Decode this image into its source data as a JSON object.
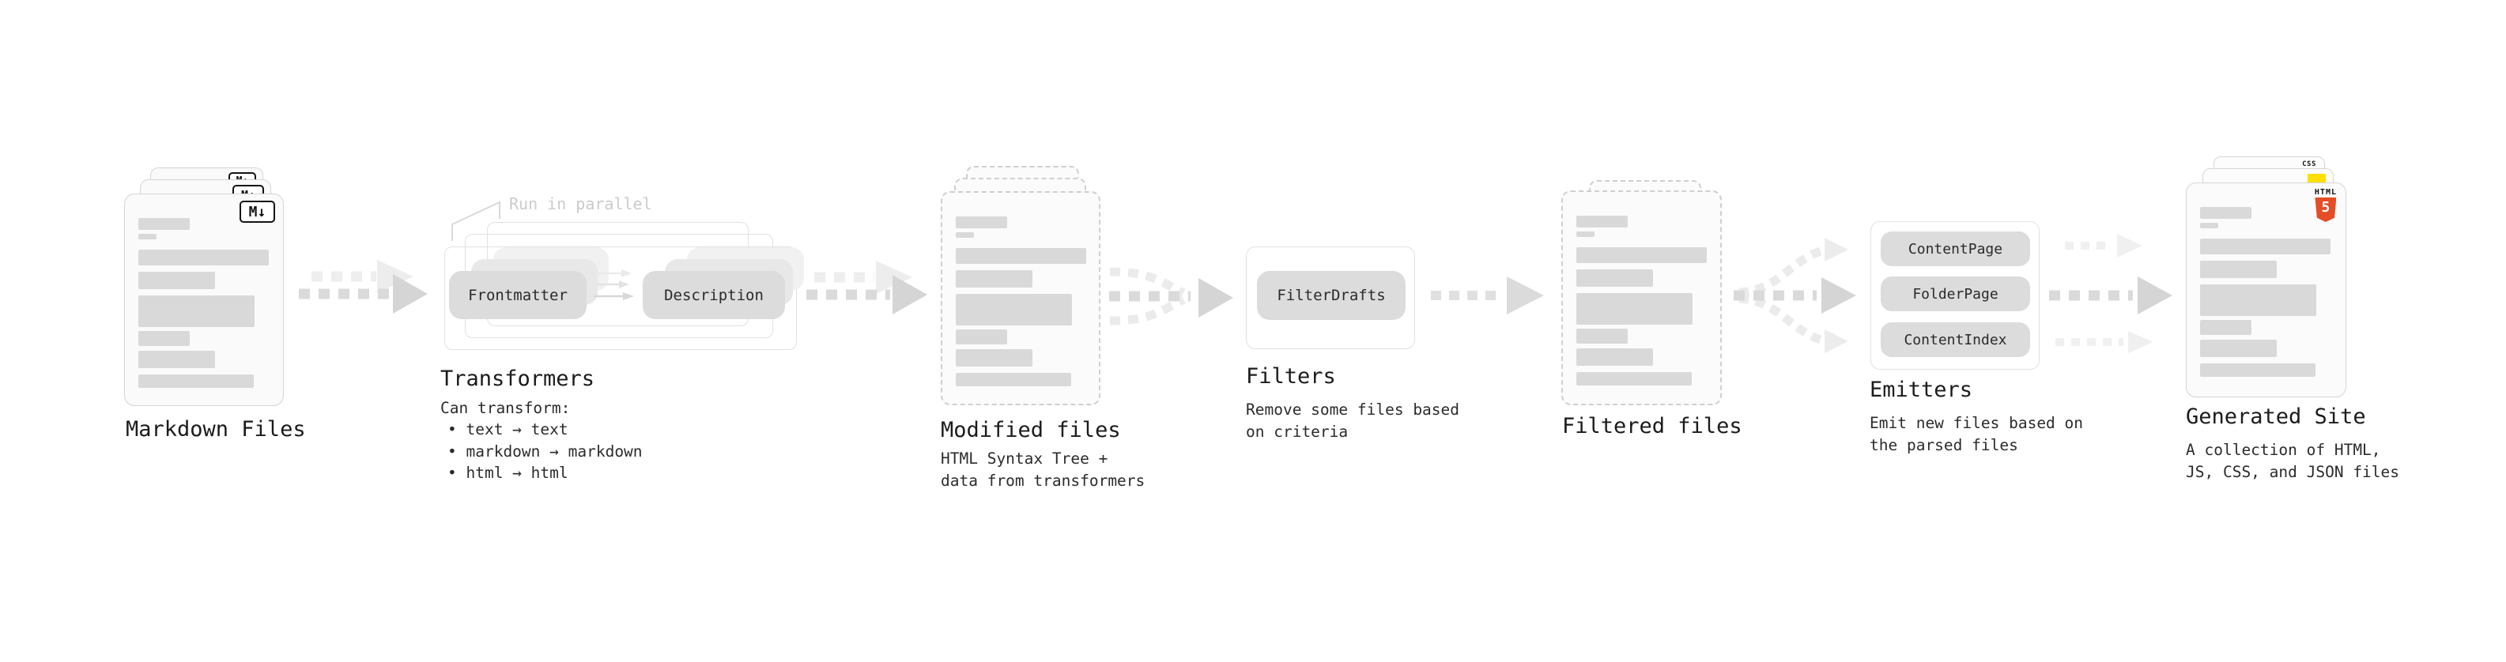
{
  "stages": {
    "markdown_files": {
      "label": "Markdown Files",
      "badge": "M↓"
    },
    "transformers": {
      "label": "Transformers",
      "annotation": "Run in parallel",
      "pill_frontmatter": "Frontmatter",
      "pill_description": "Description",
      "sub_title": "Can transform:",
      "bullets": [
        "• text → text",
        "• markdown → markdown",
        "• html → html"
      ]
    },
    "modified_files": {
      "label": "Modified files",
      "sub_line1": "HTML Syntax Tree +",
      "sub_line2": "data from transformers"
    },
    "filters": {
      "label": "Filters",
      "pill": "FilterDrafts",
      "sub_line1": "Remove some files based",
      "sub_line2": "on criteria"
    },
    "filtered_files": {
      "label": "Filtered files"
    },
    "emitters": {
      "label": "Emitters",
      "pills": [
        "ContentPage",
        "FolderPage",
        "ContentIndex"
      ],
      "sub_line1": "Emit new files based on",
      "sub_line2": "the parsed files"
    },
    "generated_site": {
      "label": "Generated Site",
      "sub_line1": "A collection of HTML,",
      "sub_line2": "JS, CSS, and JSON files",
      "badge_css": "CSS",
      "badge_html_label": "HTML",
      "badge_html_number": "5"
    }
  },
  "colors": {
    "html5_orange": "#e44d26",
    "js_yellow": "#ffdf00",
    "css_blue": "#2d63e8",
    "text_dark": "#1e1e1e",
    "annotation_gray": "#cbcbcb",
    "pill_fill": "#dcdcdc",
    "doc_fill": "#fafafa",
    "bar_fill": "#d9d9d9"
  }
}
